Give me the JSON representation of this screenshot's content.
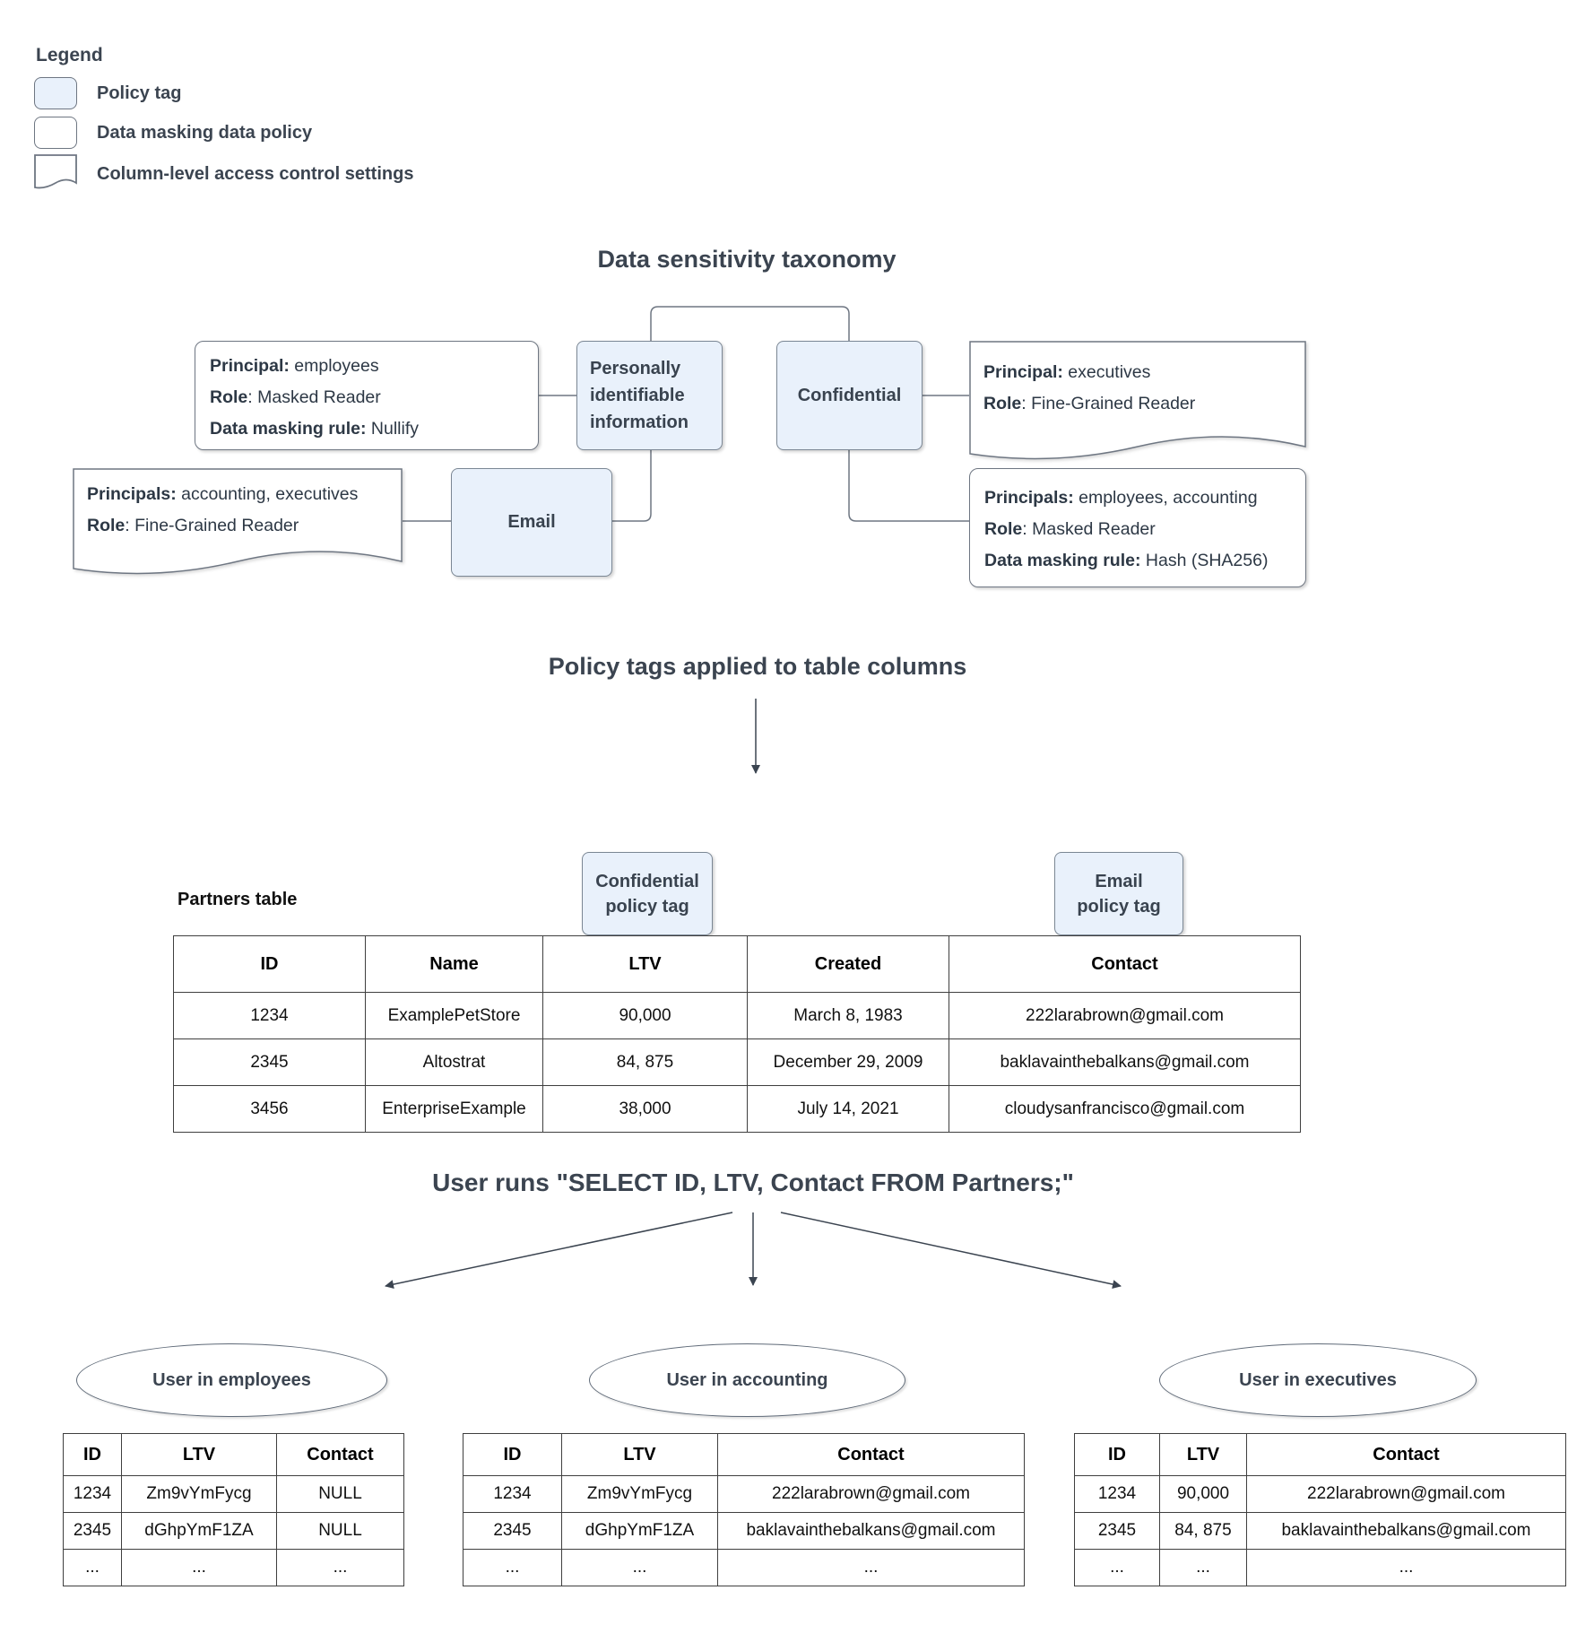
{
  "colors": {
    "policy_tag_fill": "#e9f1fb",
    "shape_stroke": "#6e7682",
    "heading_text": "#3b4450"
  },
  "legend": {
    "title": "Legend",
    "items": [
      {
        "shape": "policy-tag",
        "label": "Policy tag"
      },
      {
        "shape": "data-masking-policy",
        "label": "Data masking data policy"
      },
      {
        "shape": "column-access-settings",
        "label": "Column-level access control settings"
      }
    ]
  },
  "taxonomy": {
    "title": "Data sensitivity taxonomy",
    "tag_pii": "Personally identifiable information",
    "tag_confidential": "Confidential",
    "tag_email": "Email",
    "masking_nullify": {
      "lines": [
        {
          "b": "Principal:",
          "t": " employees"
        },
        {
          "b": "Role",
          "t": ": Masked Reader"
        },
        {
          "b": "Data masking rule:",
          "t": " Nullify"
        }
      ]
    },
    "access_executives": {
      "lines": [
        {
          "b": "Principal:",
          "t": " executives"
        },
        {
          "b": "Role",
          "t": ": Fine-Grained Reader"
        }
      ]
    },
    "access_accounting_executives": {
      "lines": [
        {
          "b": "Principals:",
          "t": " accounting, executives"
        },
        {
          "b": "Role",
          "t": ": Fine-Grained Reader"
        }
      ]
    },
    "masking_hash": {
      "lines": [
        {
          "b": "Principals:",
          "t": " employees, accounting"
        },
        {
          "b": "Role",
          "t": ": Masked Reader"
        },
        {
          "b": "Data masking rule:",
          "t": " Hash (SHA256)"
        }
      ]
    }
  },
  "policy_section": {
    "title": "Policy tags applied to table columns",
    "partners_label": "Partners table",
    "confidential_tag": "Confidential\npolicy tag",
    "email_tag": "Email\npolicy tag",
    "table": {
      "headers": [
        "ID",
        "Name",
        "LTV",
        "Created",
        "Contact"
      ],
      "rows": [
        [
          "1234",
          "ExamplePetStore",
          "90,000",
          "March 8, 1983",
          "222larabrown@gmail.com"
        ],
        [
          "2345",
          "Altostrat",
          "84, 875",
          "December 29, 2009",
          "baklavainthebalkans@gmail.com"
        ],
        [
          "3456",
          "EnterpriseExample",
          "38,000",
          "July 14, 2021",
          "cloudysanfrancisco@gmail.com"
        ]
      ]
    }
  },
  "query_section": {
    "title": "User runs \"SELECT ID, LTV, Contact FROM Partners;\"",
    "results": [
      {
        "group": "User in employees",
        "table": {
          "headers": [
            "ID",
            "LTV",
            "Contact"
          ],
          "rows": [
            [
              "1234",
              "Zm9vYmFycg",
              "NULL"
            ],
            [
              "2345",
              "dGhpYmF1ZA",
              "NULL"
            ],
            [
              "...",
              "...",
              "..."
            ]
          ]
        }
      },
      {
        "group": "User in accounting",
        "table": {
          "headers": [
            "ID",
            "LTV",
            "Contact"
          ],
          "rows": [
            [
              "1234",
              "Zm9vYmFycg",
              "222larabrown@gmail.com"
            ],
            [
              "2345",
              "dGhpYmF1ZA",
              "baklavainthebalkans@gmail.com"
            ],
            [
              "...",
              "...",
              "..."
            ]
          ]
        }
      },
      {
        "group": "User in executives",
        "table": {
          "headers": [
            "ID",
            "LTV",
            "Contact"
          ],
          "rows": [
            [
              "1234",
              "90,000",
              "222larabrown@gmail.com"
            ],
            [
              "2345",
              "84, 875",
              "baklavainthebalkans@gmail.com"
            ],
            [
              "...",
              "...",
              "..."
            ]
          ]
        }
      }
    ]
  }
}
